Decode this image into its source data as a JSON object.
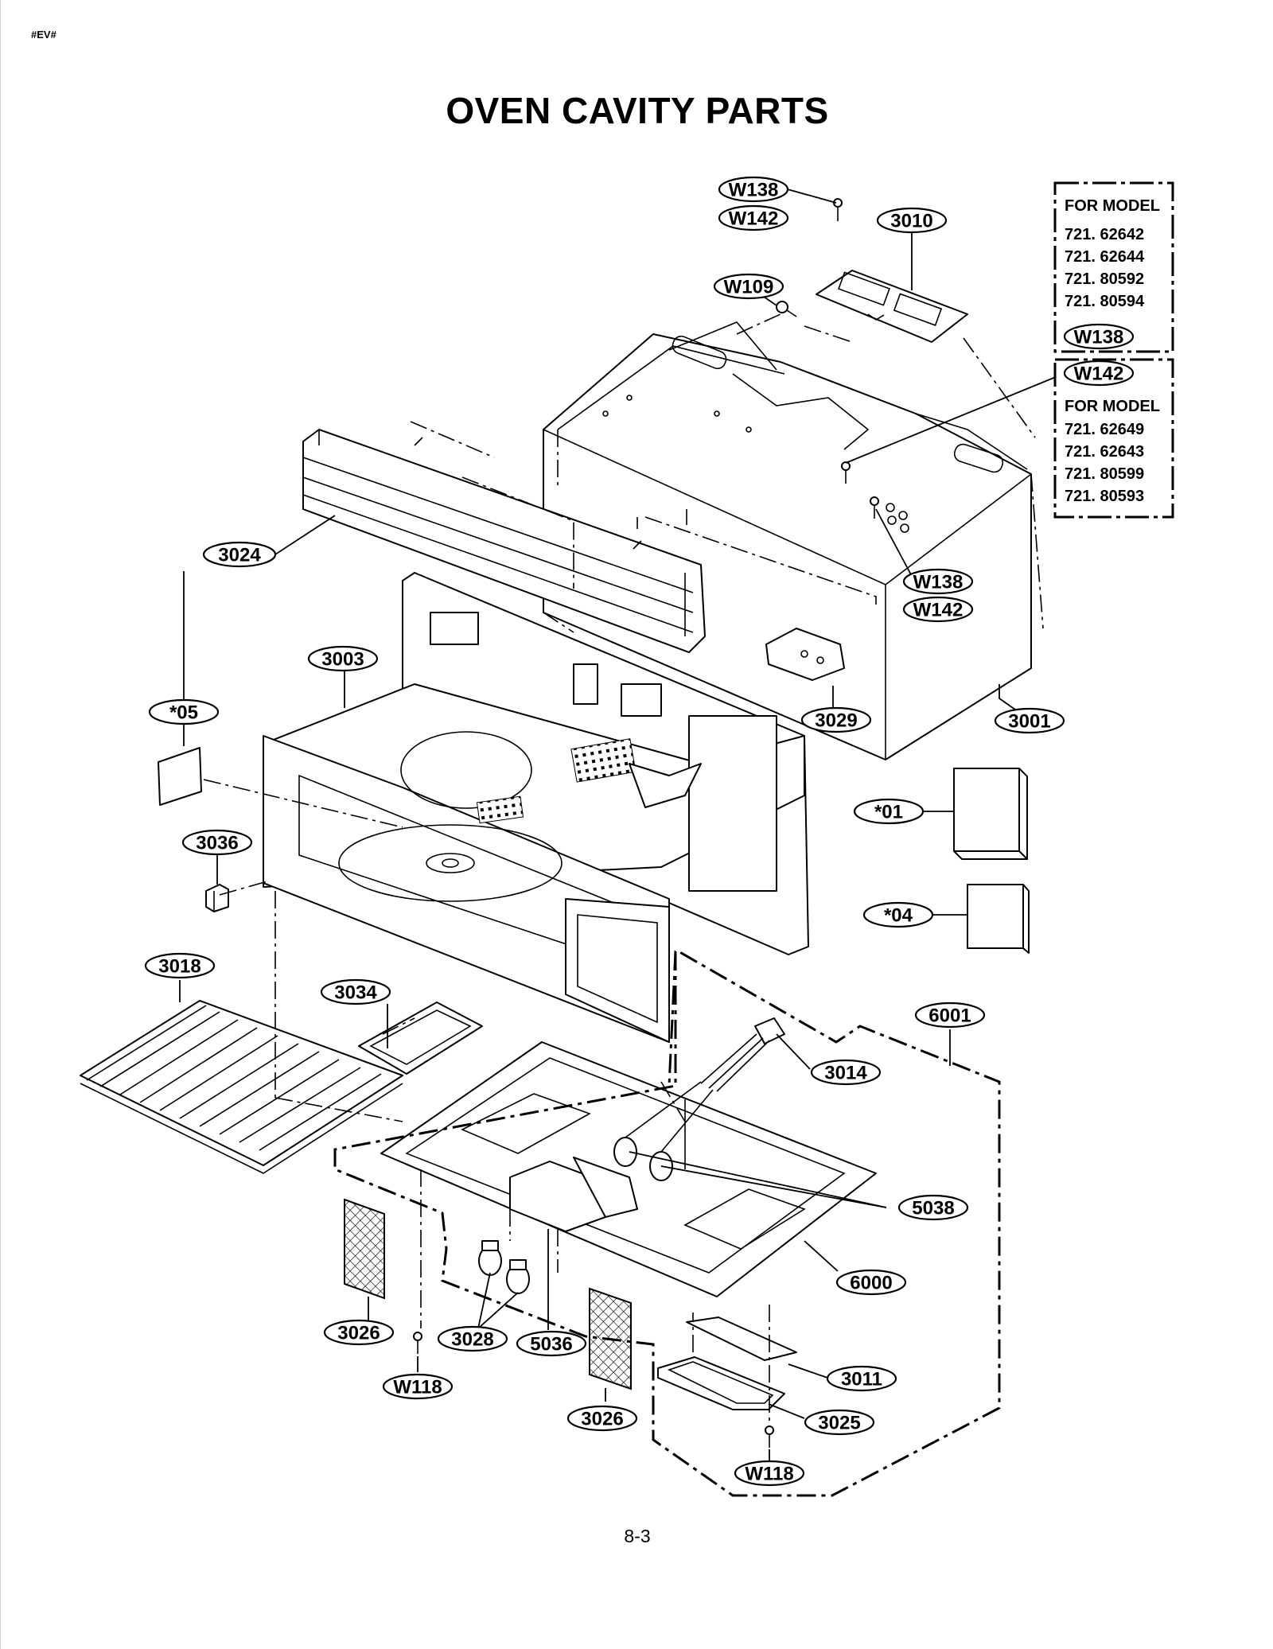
{
  "page": {
    "corner_tag": "#EV#",
    "title": "OVEN CAVITY PARTS",
    "page_number": "8-3"
  },
  "model_boxes": [
    {
      "heading": "FOR MODEL",
      "models": [
        "721. 62642",
        "721. 62644",
        "721. 80592",
        "721. 80594"
      ],
      "callout": "W138"
    },
    {
      "callout": "W142",
      "heading": "FOR MODEL",
      "models": [
        "721. 62649",
        "721. 62643",
        "721. 80599",
        "721. 80593"
      ]
    }
  ],
  "callouts": [
    "W138",
    "W142",
    "3010",
    "W109",
    "3024",
    "W138",
    "W142",
    "3003",
    "3029",
    "3001",
    "*05",
    "*01",
    "3036",
    "*04",
    "3018",
    "3034",
    "6001",
    "3014",
    "5038",
    "6000",
    "3026",
    "3028",
    "5036",
    "3011",
    "W118",
    "3026",
    "3025",
    "W118"
  ]
}
